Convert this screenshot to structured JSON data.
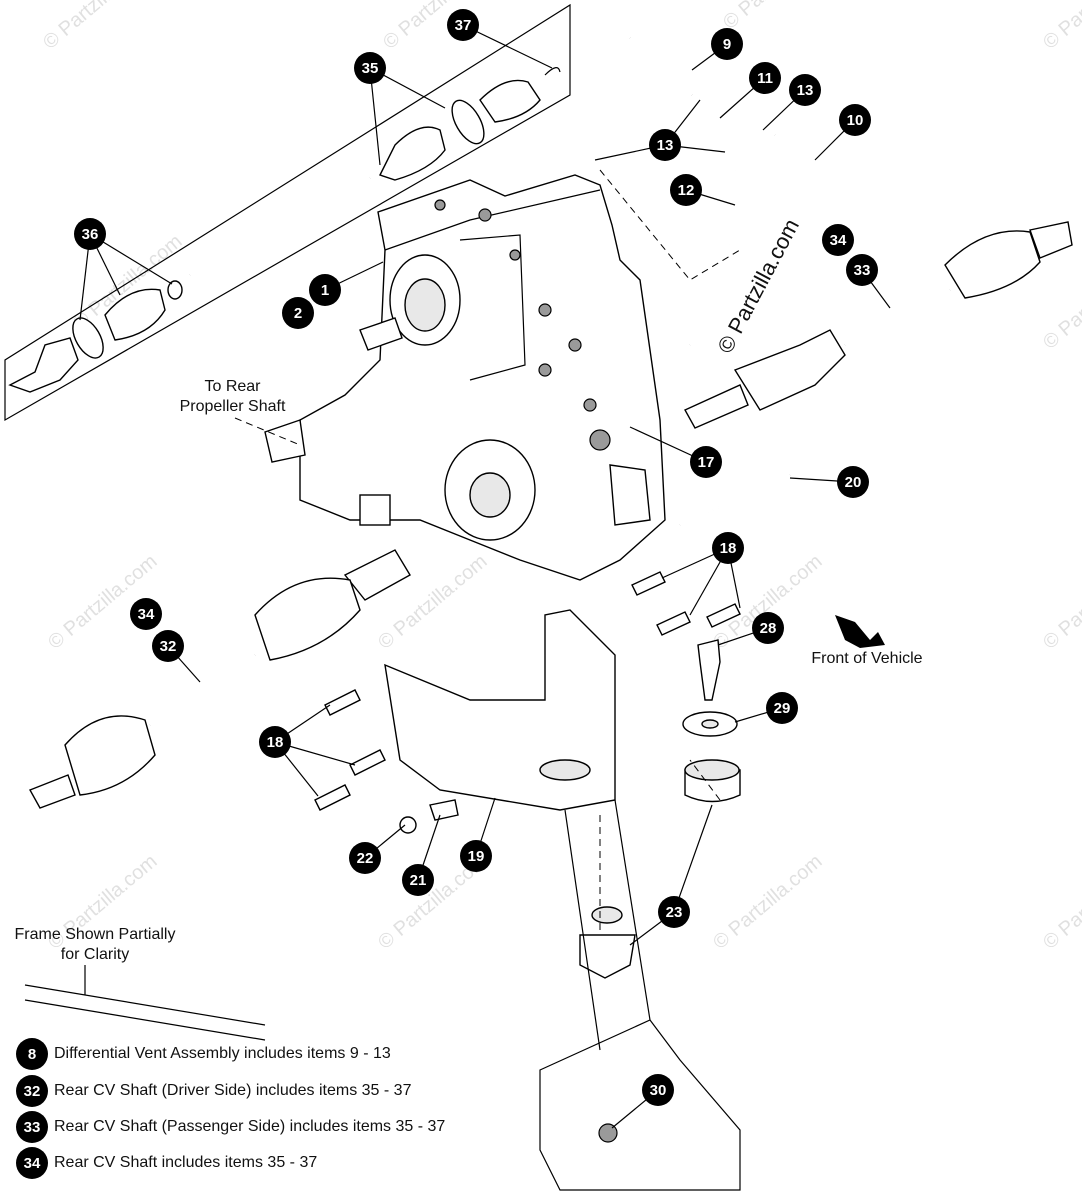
{
  "watermark": "© Partzilla.com",
  "brand_badge": "© Partzilla.com",
  "labels": {
    "to_rear_line1": "To Rear",
    "to_rear_line2": "Propeller Shaft",
    "front_of_vehicle": "Front of Vehicle",
    "frame_line1": "Frame Shown Partially",
    "frame_line2": "for Clarity"
  },
  "callouts": [
    "1",
    "2",
    "9",
    "10",
    "11",
    "12",
    "13",
    "13",
    "17",
    "18",
    "18",
    "19",
    "20",
    "21",
    "22",
    "23",
    "28",
    "29",
    "30",
    "32",
    "33",
    "34",
    "34",
    "35",
    "36",
    "37"
  ],
  "legend": [
    {
      "num": "8",
      "text": "Differential Vent Assembly includes items 9 - 13"
    },
    {
      "num": "32",
      "text": "Rear CV Shaft (Driver Side) includes items 35 - 37"
    },
    {
      "num": "33",
      "text": "Rear CV Shaft (Passenger Side) includes items 35 - 37"
    },
    {
      "num": "34",
      "text": "Rear CV Shaft includes items 35 - 37"
    }
  ],
  "icons": [
    "front-arrow-icon"
  ]
}
